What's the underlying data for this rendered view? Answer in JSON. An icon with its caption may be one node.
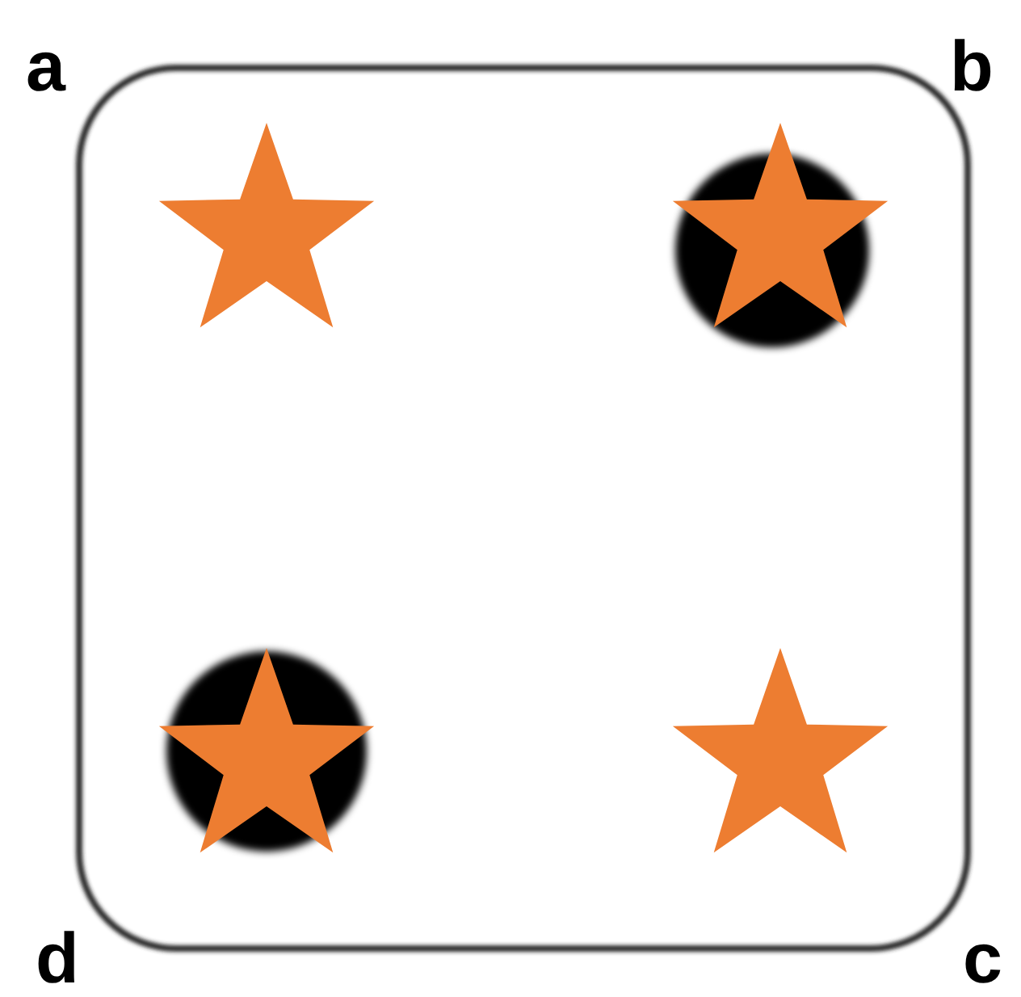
{
  "diagram": {
    "labels": [
      "a",
      "b",
      "d",
      "c"
    ]
  }
}
